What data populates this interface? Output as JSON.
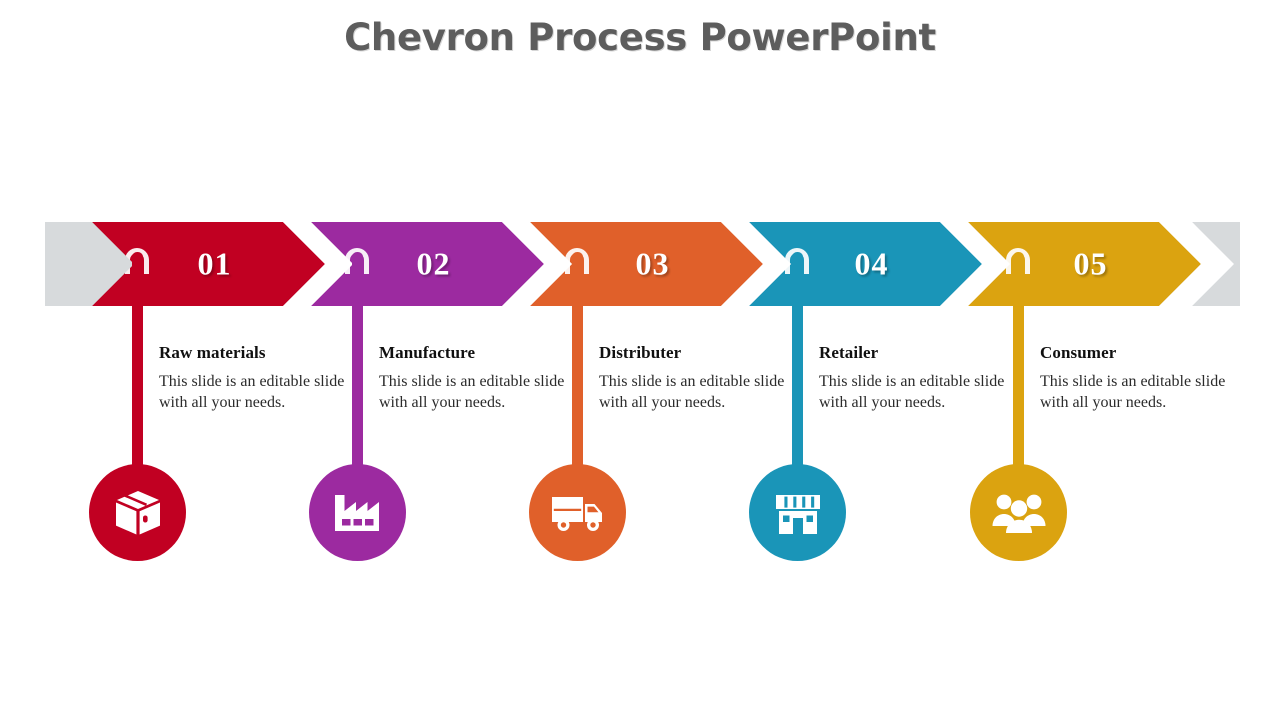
{
  "slide": {
    "title": "Chevron Process PowerPoint",
    "background": "#ffffff",
    "title_color": "#5d5d5d",
    "rail_color": "#d7dadc"
  },
  "steps": [
    {
      "number": "01",
      "heading": "Raw materials",
      "body": "This slide is an editable slide with all your needs.",
      "color": "#c10022",
      "icon": "package-box-icon"
    },
    {
      "number": "02",
      "heading": "Manufacture",
      "body": "This slide is an editable slide with all your needs.",
      "color": "#9c2aa0",
      "icon": "factory-icon"
    },
    {
      "number": "03",
      "heading": "Distributer",
      "body": "This slide is an editable slide with all your needs.",
      "color": "#e0602a",
      "icon": "delivery-truck-icon"
    },
    {
      "number": "04",
      "heading": "Retailer",
      "body": "This slide is an editable slide with all your needs.",
      "color": "#1a95b8",
      "icon": "storefront-icon"
    },
    {
      "number": "05",
      "heading": "Consumer",
      "body": "This slide is an editable slide with all your needs.",
      "color": "#dba310",
      "icon": "people-group-icon"
    }
  ]
}
